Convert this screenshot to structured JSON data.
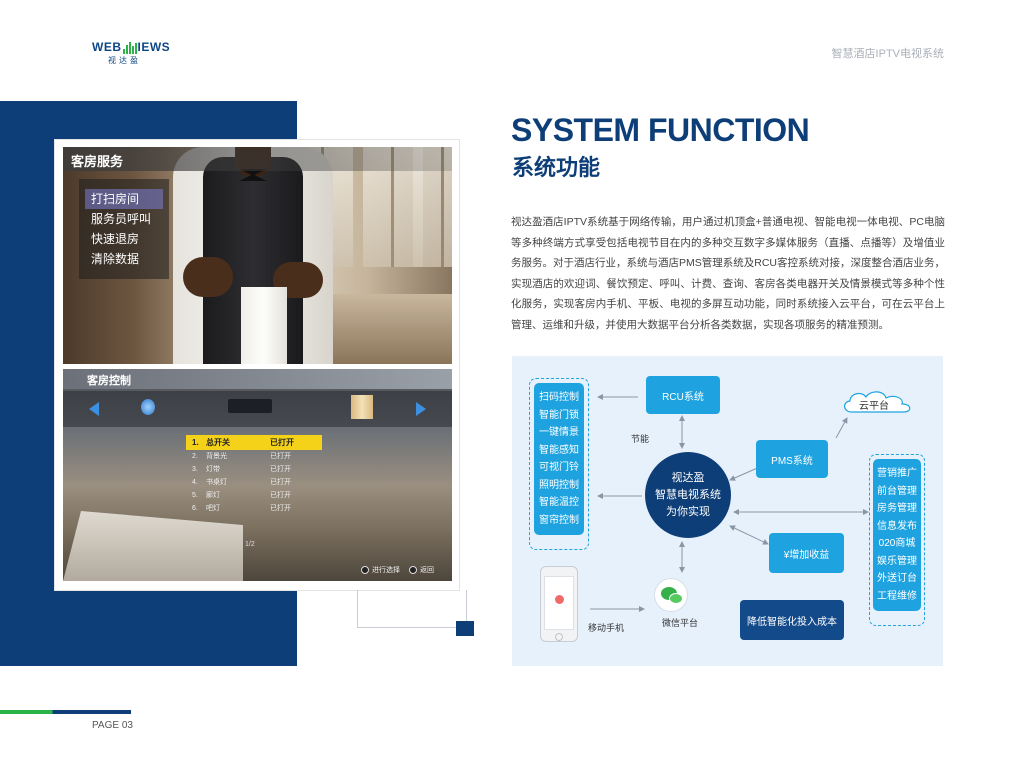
{
  "brand": {
    "logo_left": "WEB",
    "logo_right": "IEWS",
    "logo_sub": "视达盈"
  },
  "header": {
    "right_title": "智慧酒店IPTV电视系统"
  },
  "left": {
    "room_service": {
      "title": "客房服务",
      "items": [
        "打扫房间",
        "服务员呼叫",
        "快速退房",
        "清除数据"
      ]
    },
    "room_control": {
      "title": "客房控制",
      "rows": [
        {
          "n": "1.",
          "label": "总开关",
          "state": "已打开"
        },
        {
          "n": "2.",
          "label": "背景光",
          "state": "已打开"
        },
        {
          "n": "3.",
          "label": "灯带",
          "state": "已打开"
        },
        {
          "n": "4.",
          "label": "书桌灯",
          "state": "已打开"
        },
        {
          "n": "5.",
          "label": "廊灯",
          "state": "已打开"
        },
        {
          "n": "6.",
          "label": "吧灯",
          "state": "已打开"
        }
      ],
      "pager": "1/2",
      "hint_ok": "进行选择",
      "hint_back": "返回"
    }
  },
  "main": {
    "title_en": "SYSTEM FUNCTION",
    "title_cn": "系统功能",
    "body": "视达盈酒店IPTV系统基于网络传输，用户通过机顶盒+普通电视、智能电视一体电视、PC电脑等多种终端方式享受包括电视节目在内的多种交互数字多媒体服务（直播、点播等）及增值业务服务。对于酒店行业，系统与酒店PMS管理系统及RCU客控系统对接，深度整合酒店业务，实现酒店的欢迎词、餐饮预定、呼叫、计费、查询、客房各类电器开关及情景模式等多种个性化服务，实现客房内手机、平板、电视的多屏互动功能，同时系统接入云平台，可在云平台上管理、运维和升级，并使用大数据平台分析各类数据，实现各项服务的精准预测。"
  },
  "diagram": {
    "left_col": [
      "扫码控制",
      "智能门锁",
      "一键情景",
      "智能感知",
      "可视门铃",
      "照明控制",
      "智能温控",
      "窗帘控制"
    ],
    "right_col": [
      "营销推广",
      "前台管理",
      "房务管理",
      "信息发布",
      "020商城",
      "娱乐管理",
      "外送订台",
      "工程维修"
    ],
    "rcu": "RCU系统",
    "pms": "PMS系统",
    "cloud": "云平台",
    "center_lines": [
      "视达盈",
      "智慧电视系统",
      "为你实现"
    ],
    "energy": "节能",
    "income": "¥增加收益",
    "mobile": "移动手机",
    "wechat": "微信平台",
    "cost": "降低智能化投入成本"
  },
  "footer": {
    "page": "PAGE 03"
  }
}
